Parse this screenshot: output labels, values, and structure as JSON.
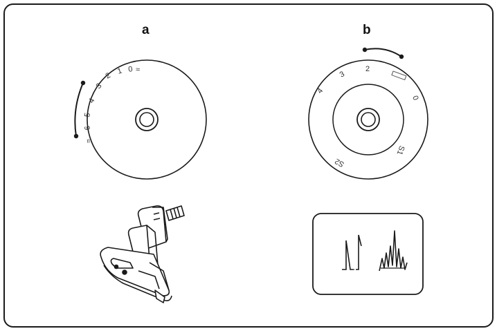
{
  "panel_a": {
    "label": "a",
    "dial_scale": [
      "0",
      "1",
      "2",
      "3",
      "4",
      "5",
      "6"
    ]
  },
  "panel_b": {
    "label": "b",
    "dial_scale": [
      "4",
      "3",
      "2",
      "0"
    ],
    "dial_marks": [
      "S1",
      "S2"
    ]
  },
  "colors": {
    "line": "#1a1a1a",
    "background": "#ffffff"
  },
  "icons": [
    "stitch-length-dial-icon",
    "stitch-width-dial-icon",
    "presser-foot-icon",
    "stitch-pattern-icon"
  ]
}
